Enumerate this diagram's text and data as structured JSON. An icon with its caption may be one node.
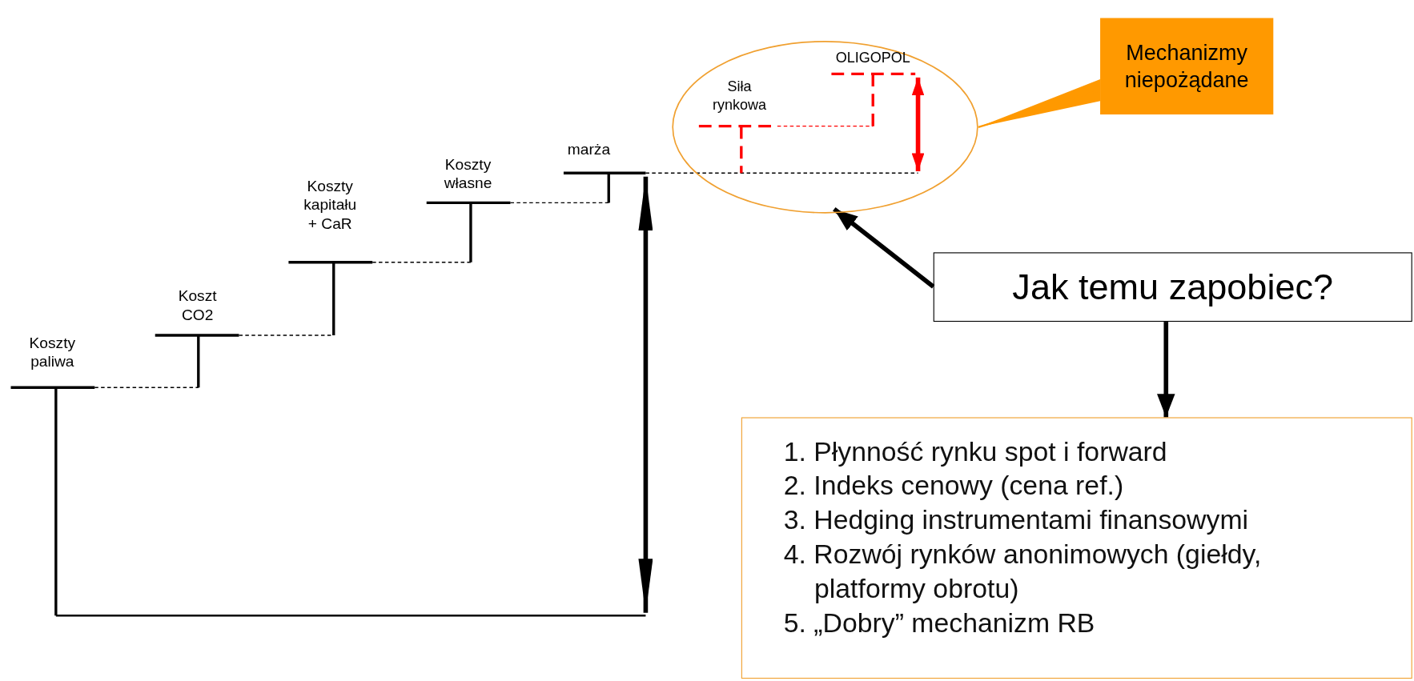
{
  "diagram": {
    "nodes": [
      {
        "text": [
          "Siła rynkowa",
          "OLIGOPOL"
        ]
      },
      {
        "text": [
          "Mechanizmy niepożądane"
        ]
      },
      {
        "text": [
          "Jak temu zapobiec?"
        ]
      },
      {
        "text": [
          "1. Płynność rynku spot i forward",
          "2. Indeks cenowy (cena ref.)",
          "3. Hedging instrumentami finansowymi",
          "4. Rozwój rynków anonimowych (giełdy, platformy obrotu)",
          "5. „Dobry” mechanizm RB"
        ]
      }
    ],
    "edges": [
      {
        "from": 2,
        "to": 0,
        "arrow": "to"
      },
      {
        "from": 2,
        "to": 3,
        "arrow": "to"
      },
      {
        "from": 1,
        "to": 0,
        "arrow": "none",
        "color": "#ff9900"
      }
    ],
    "labels": [
      "Koszty paliwa",
      "Koszt CO2",
      "Koszty kapitału + CaR",
      "Koszty własne",
      "marża"
    ]
  }
}
